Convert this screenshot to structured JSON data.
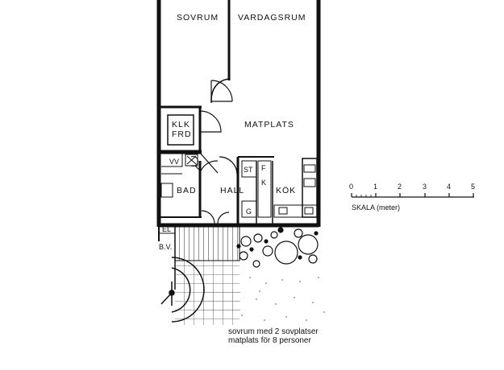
{
  "rooms": {
    "sovrum": "SOVRUM",
    "vardagsrum": "VARDAGSRUM",
    "klk_line1": "KLK",
    "klk_line2": "FRD",
    "matplats": "MATPLATS",
    "vv": "VV",
    "bad": "BAD",
    "hall": "HALL",
    "st": "ST",
    "f": "F",
    "k": "K",
    "kok": "KÖK",
    "g": "G",
    "el": "EL",
    "bv": "B.V."
  },
  "scale": {
    "label": "SKALA (meter)",
    "ticks": [
      "0",
      "1",
      "2",
      "3",
      "4",
      "5"
    ]
  },
  "caption": {
    "line1": "sovrum med 2 sovplatser",
    "line2": "matplats för 8 personer"
  }
}
